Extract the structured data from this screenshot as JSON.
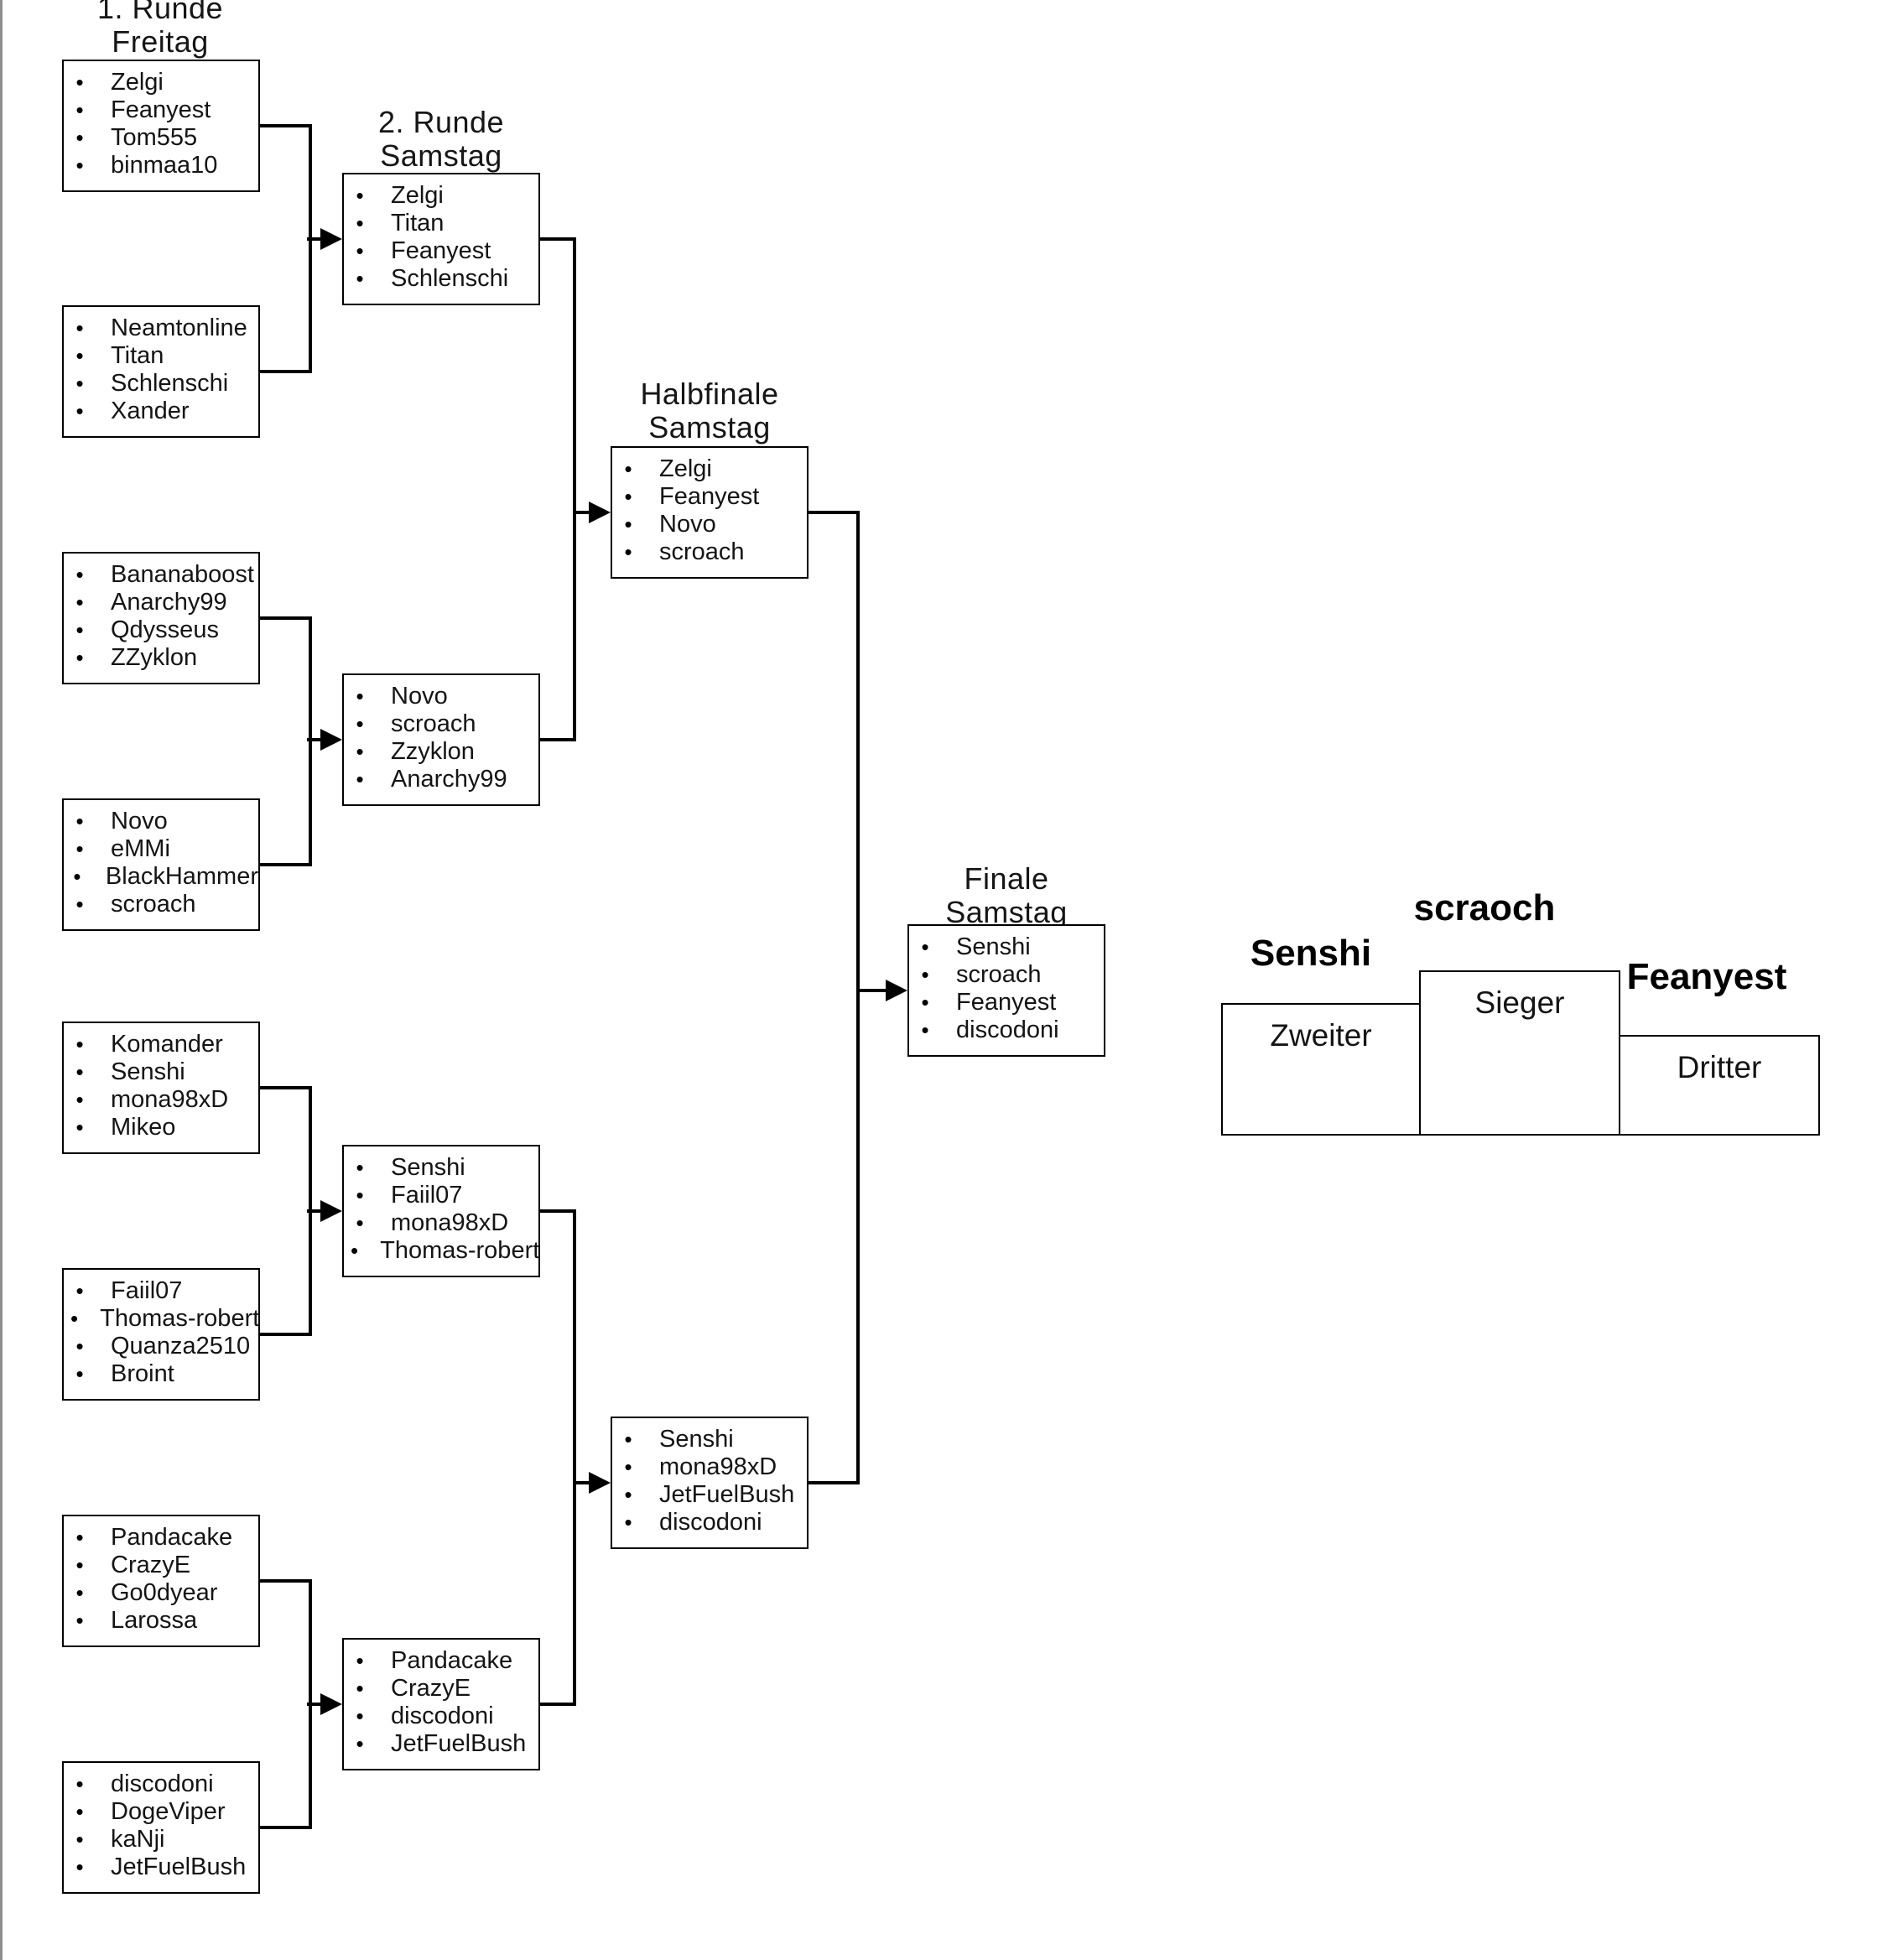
{
  "bullet": "•",
  "titles": {
    "round1": {
      "line1": "1. Runde",
      "line2": "Freitag"
    },
    "round2": {
      "line1": "2. Runde",
      "line2": "Samstag"
    },
    "semifinal": {
      "line1": "Halbfinale",
      "line2": "Samstag"
    },
    "final": {
      "line1": "Finale",
      "line2": "Samstag"
    }
  },
  "boxes": {
    "r1_m1": [
      "Zelgi",
      "Feanyest",
      "Tom555",
      "binmaa10"
    ],
    "r1_m2": [
      "Neamtonline",
      "Titan",
      "Schlenschi",
      "Xander"
    ],
    "r1_m3": [
      "Bananaboost",
      "Anarchy99",
      "Qdysseus",
      "ZZyklon"
    ],
    "r1_m4": [
      "Novo",
      "eMMi",
      "BlackHammer",
      "scroach"
    ],
    "r1_m5": [
      "Komander",
      "Senshi",
      "mona98xD",
      "Mikeo"
    ],
    "r1_m6": [
      "Faiil07",
      "Thomas-robert",
      "Quanza2510",
      "Broint"
    ],
    "r1_m7": [
      "Pandacake",
      "CrazyE",
      "Go0dyear",
      "Larossa"
    ],
    "r1_m8": [
      "discodoni",
      "DogeViper",
      "kaNji",
      "JetFuelBush"
    ],
    "r2_m1": [
      "Zelgi",
      "Titan",
      "Feanyest",
      "Schlenschi"
    ],
    "r2_m2": [
      "Novo",
      "scroach",
      "Zzyklon",
      "Anarchy99"
    ],
    "r2_m3": [
      "Senshi",
      "Faiil07",
      "mona98xD",
      "Thomas-robert"
    ],
    "r2_m4": [
      "Pandacake",
      "CrazyE",
      "discodoni",
      "JetFuelBush"
    ],
    "sf_m1": [
      "Zelgi",
      "Feanyest",
      "Novo",
      "scroach"
    ],
    "sf_m2": [
      "Senshi",
      "mona98xD",
      "JetFuelBush",
      "discodoni"
    ],
    "final_m1": [
      "Senshi",
      "scroach",
      "Feanyest",
      "discodoni"
    ]
  },
  "podium": {
    "first": {
      "player": "scraoch",
      "rank_label": "Sieger"
    },
    "second": {
      "player": "Senshi",
      "rank_label": "Zweiter"
    },
    "third": {
      "player": "Feanyest",
      "rank_label": "Dritter"
    }
  },
  "colors": {
    "background": "#ffffff",
    "line": "#000000",
    "box_border": "#000000",
    "page_edge": "#8f8f8f",
    "text": "#141414"
  }
}
